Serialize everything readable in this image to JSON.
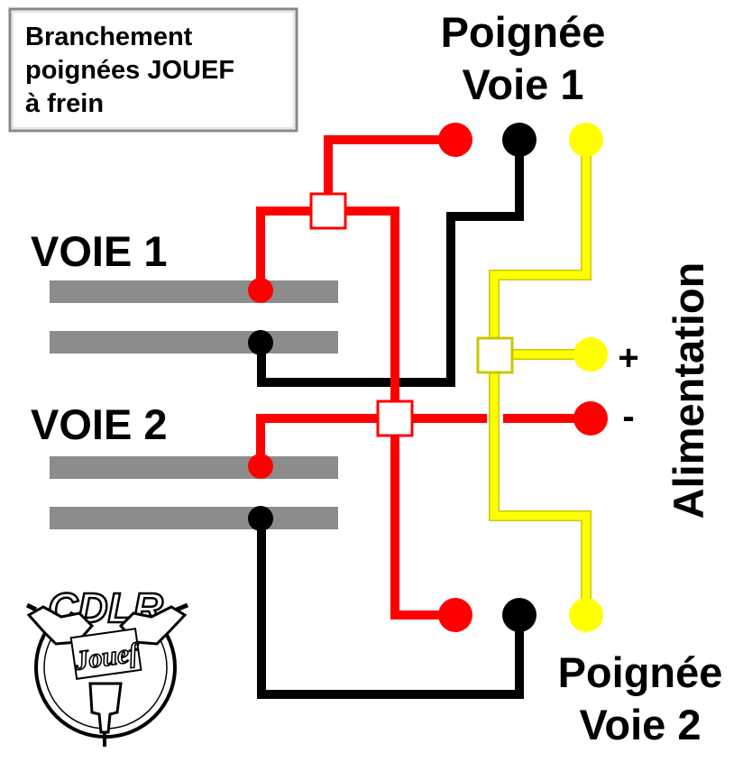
{
  "title_box": {
    "line1": "Branchement",
    "line2": "poignées JOUEF",
    "line3": "à frein"
  },
  "handle1": {
    "line1": "Poignée",
    "line2": "Voie 1"
  },
  "handle2": {
    "line1": "Poignée",
    "line2": "Voie 2"
  },
  "track1": {
    "label": "VOIE 1"
  },
  "track2": {
    "label": "VOIE 2"
  },
  "power": {
    "label": "Alimentation",
    "plus": "+",
    "minus": "-"
  },
  "logo": {
    "text": "CDLR",
    "brand": "Jouef"
  },
  "colors": {
    "red": "#ff0000",
    "black": "#000000",
    "yellow": "#ffff00",
    "rail": "#8c8c8c",
    "border": "#8c8c8c"
  }
}
